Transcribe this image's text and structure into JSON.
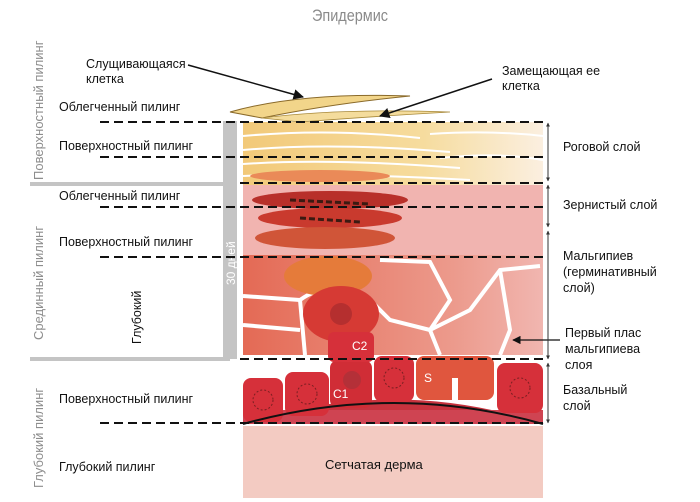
{
  "title": "Эпидермис",
  "annotations": {
    "desquamating_cell": "Слущивающаяся клетка",
    "desquamating_cell_line1": "Слущивающаяся",
    "desquamating_cell_line2": "клетка",
    "replacing_cell_line1": "Замещающая ее",
    "replacing_cell_line2": "клетка"
  },
  "vertical_groups": [
    {
      "label": "Поверхностный пилинг"
    },
    {
      "label": "Срединный пилинг"
    },
    {
      "label": "Глубокий пилинг"
    }
  ],
  "peel_levels": [
    {
      "label": "Облегченный пилинг"
    },
    {
      "label": "Поверхностный пилинг"
    },
    {
      "label": "Облегченный пилинг"
    },
    {
      "label": "Поверхностный пилинг"
    },
    {
      "label": "Глубокий"
    },
    {
      "label": "Поверхностный пилинг"
    },
    {
      "label": "Глубокий пилинг"
    }
  ],
  "cycle_bar": {
    "label": "30 дней"
  },
  "layers": [
    {
      "label": "Роговой слой"
    },
    {
      "label_line1": "Зернистый слой"
    },
    {
      "label_line1": "Мальгипиев",
      "label_line2": "(герминативный",
      "label_line3": "слой)"
    },
    {
      "label_line1": "Первый плас",
      "label_line2": "мальгипиева",
      "label_line3": "слоя"
    },
    {
      "label_line1": "Базальный",
      "label_line2": "слой"
    }
  ],
  "cell_labels": {
    "c1": "C1",
    "c2": "C2",
    "s": "S"
  },
  "dermis": {
    "label": "Сетчатая дерма"
  },
  "colors": {
    "horny": "#f3d27e",
    "granular": "#c9342a",
    "malpighian": "#e8705a",
    "basal": "#d62f3a",
    "dermis": "#f3c9c0",
    "bar": "#c4c4c4"
  }
}
